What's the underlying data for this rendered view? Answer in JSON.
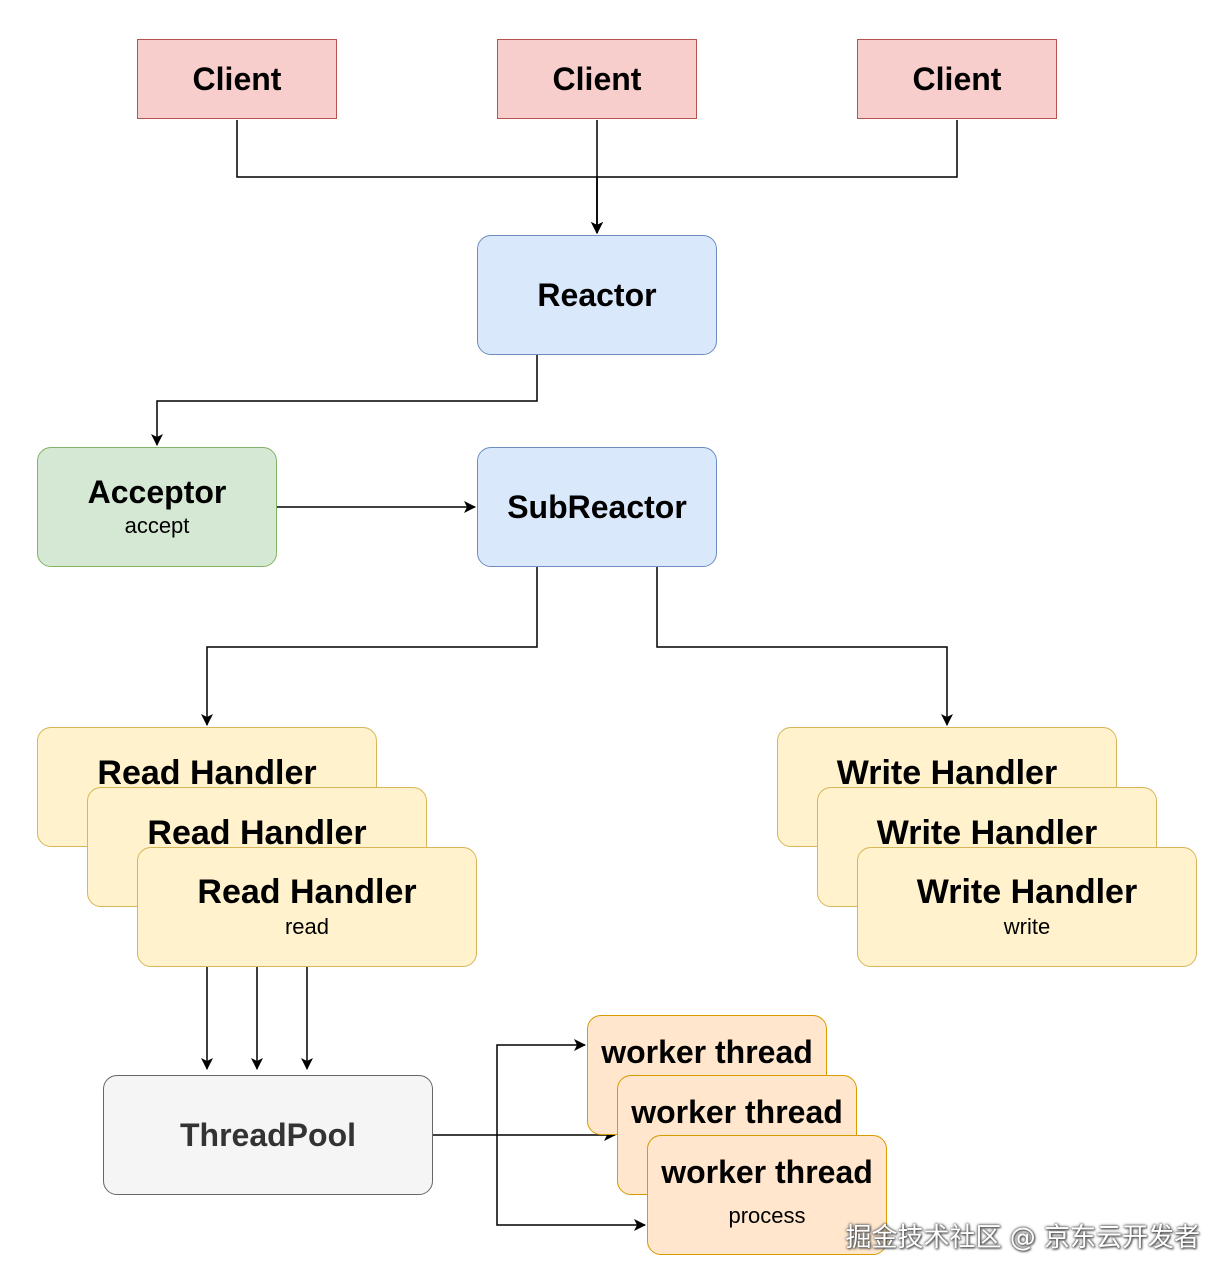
{
  "nodes": {
    "client_1": {
      "label": "Client"
    },
    "client_2": {
      "label": "Client"
    },
    "client_3": {
      "label": "Client"
    },
    "reactor": {
      "label": "Reactor"
    },
    "acceptor": {
      "label": "Acceptor",
      "sub": "accept"
    },
    "subreactor": {
      "label": "SubReactor"
    },
    "read_handler_1": {
      "label": "Read Handler"
    },
    "read_handler_2": {
      "label": "Read Handler"
    },
    "read_handler_3": {
      "label": "Read Handler",
      "sub": "read"
    },
    "write_handler_1": {
      "label": "Write Handler"
    },
    "write_handler_2": {
      "label": "Write Handler"
    },
    "write_handler_3": {
      "label": "Write Handler",
      "sub": "write"
    },
    "threadpool": {
      "label": "ThreadPool"
    },
    "worker_1": {
      "label": "worker thread"
    },
    "worker_2": {
      "label": "worker thread"
    },
    "worker_3": {
      "label": "worker thread",
      "sub": "process"
    }
  },
  "edges": [
    {
      "from": "client_1",
      "to": "reactor"
    },
    {
      "from": "client_2",
      "to": "reactor"
    },
    {
      "from": "client_3",
      "to": "reactor"
    },
    {
      "from": "reactor",
      "to": "acceptor"
    },
    {
      "from": "acceptor",
      "to": "subreactor"
    },
    {
      "from": "subreactor",
      "to": "read_handler_1"
    },
    {
      "from": "subreactor",
      "to": "write_handler_1"
    },
    {
      "from": "read_handler_1",
      "to": "threadpool"
    },
    {
      "from": "read_handler_2",
      "to": "threadpool"
    },
    {
      "from": "read_handler_3",
      "to": "threadpool"
    },
    {
      "from": "threadpool",
      "to": "worker_1"
    },
    {
      "from": "threadpool",
      "to": "worker_2"
    },
    {
      "from": "threadpool",
      "to": "worker_3"
    }
  ],
  "colors": {
    "client_fill": "#f8cecc",
    "client_stroke": "#b85450",
    "reactor_fill": "#dae8fc",
    "reactor_stroke": "#6c8ebf",
    "acceptor_fill": "#d5e8d4",
    "acceptor_stroke": "#82b366",
    "handler_fill": "#fff2cc",
    "handler_stroke": "#d6b656",
    "threadpool_fill": "#f5f5f5",
    "threadpool_stroke": "#666666",
    "worker_fill": "#ffe6cc",
    "worker_stroke": "#d79b00"
  },
  "watermark": "掘金技术社区 @ 京东云开发者"
}
